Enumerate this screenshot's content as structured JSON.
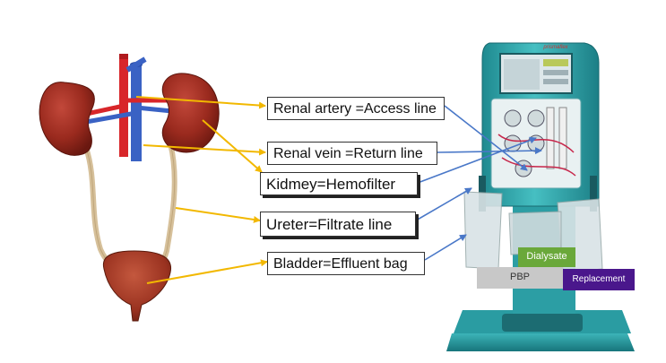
{
  "labels": {
    "renal_artery": "Renal artery =Access line",
    "renal_vein": "Renal vein =Return line",
    "kidney": "Kidmey=Hemofilter",
    "ureter": "Ureter=Filtrate line",
    "bladder": "Bladder=Effluent bag"
  },
  "machine": {
    "dialysate": "Dialysate",
    "pbp": "PBP",
    "replacement": "Replacement",
    "logo": "prismaflex"
  },
  "colors": {
    "yellow_arrow": "#f2b800",
    "blue_arrow": "#4a78c8",
    "kidney": "#8e2218",
    "artery": "#d8262a",
    "vein": "#3a62c4",
    "dialysate_tag": "#6aa83a",
    "pbp_tag": "#c8c8c8",
    "replacement_tag": "#4a178c",
    "machine_body": "#2fa3a8"
  }
}
